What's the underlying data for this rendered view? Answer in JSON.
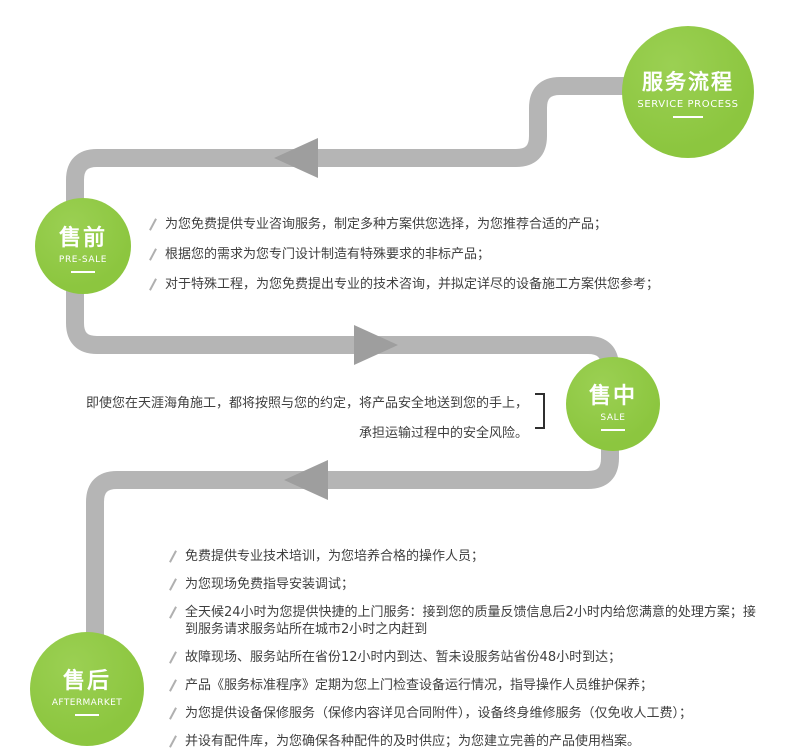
{
  "header": {
    "title": "服务流程",
    "subtitle": "SERVICE PROCESS"
  },
  "presale": {
    "title": "售前",
    "subtitle": "PRE-SALE",
    "items": [
      "为您免费提供专业咨询服务，制定多种方案供您选择，为您推荐合适的产品；",
      "根据您的需求为您专门设计制造有特殊要求的非标产品；",
      "对于特殊工程，为您免费提出专业的技术咨询，并拟定详尽的设备施工方案供您参考；"
    ]
  },
  "sale": {
    "title": "售中",
    "subtitle": "SALE",
    "line1": "即使您在天涯海角施工，都将按照与您的约定，将产品安全地送到您的手上，",
    "line2": "承担运输过程中的安全风险。"
  },
  "aftersale": {
    "title": "售后",
    "subtitle": "AFTERMARKET",
    "items": [
      "免费提供专业技术培训，为您培养合格的操作人员；",
      "为您现场免费指导安装调试；",
      "全天候24小时为您提供快捷的上门服务：接到您的质量反馈信息后2小时内给您满意的处理方案；接到服务请求服务站所在城市2小时之内赶到",
      "故障现场、服务站所在省份12小时内到达、暂未设服务站省份48小时到达；",
      "产品《服务标准程序》定期为您上门检查设备运行情况，指导操作人员维护保养；",
      "为您提供设备保修服务（保修内容详见合同附件），设备终身维修服务（仅免收人工费）；",
      "并设有配件库，为您确保各种配件的及时供应；为您建立完善的产品使用档案。"
    ]
  },
  "colors": {
    "green": "#8cc63f",
    "path_gray": "#b5b5b5",
    "arrow_gray": "#9e9e9e",
    "text": "#3f3f3f"
  }
}
